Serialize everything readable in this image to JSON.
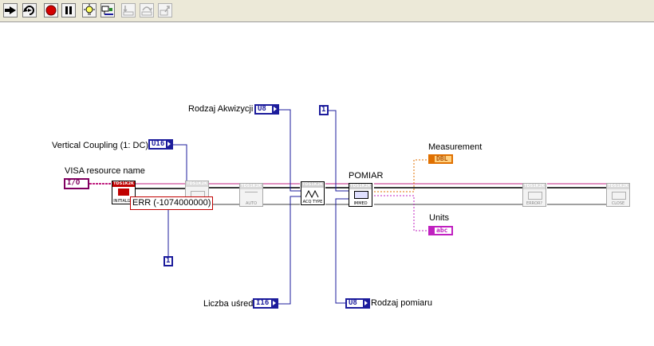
{
  "toolbar": {
    "buttons": [
      {
        "name": "run-icon"
      },
      {
        "name": "run-continuously-icon"
      },
      {
        "name": "abort-icon"
      },
      {
        "name": "pause-icon"
      },
      {
        "name": "highlight-execution-icon"
      },
      {
        "name": "retain-wire-values-icon"
      },
      {
        "name": "step-into-icon"
      },
      {
        "name": "step-over-icon"
      },
      {
        "name": "step-out-icon"
      }
    ]
  },
  "diagram": {
    "labels": {
      "rodzaj_akwizycji": "Rodzaj Akwizycji",
      "vertical_coupling": "Vertical Coupling (1: DC)",
      "visa_resource": "VISA resource name",
      "measurement": "Measurement",
      "pomiar": "POMIAR",
      "units": "Units",
      "liczba_usred": "Liczba uśred",
      "rodzaj_pomiaru": "Rodzaj pomiaru"
    },
    "terminals": {
      "rodzaj_akwizycji": "U8",
      "vertical_coupling": "U16",
      "visa": "I/O",
      "const_top": "1",
      "const_bottom": "1",
      "liczba_usred": "I16",
      "rodzaj_pomiaru": "U8",
      "measurement": "DBL",
      "units": "abc"
    },
    "vis": {
      "init": {
        "header": "TDS1K2K",
        "footer": "INITIALIZE"
      },
      "vertical": {
        "header": "TDS1K2K",
        "footer": ""
      },
      "auto": {
        "header": "TDS1K2K",
        "footer": "AUTO"
      },
      "acq": {
        "header": "TDS1K2K",
        "footer": "ACQ TYPE"
      },
      "meas": {
        "header": "TDS1K2K",
        "footer": "IMMED"
      },
      "error": {
        "header": "TDS1K2K",
        "footer": "ERROR?"
      },
      "close": {
        "header": "TDS1K2K",
        "footer": "CLOSE"
      }
    },
    "error_probe": "ERR (-1074000000)"
  },
  "colors": {
    "wire_blue": "#1c1c9c",
    "wire_pink": "#c02080",
    "wire_orange": "#e07000",
    "error_red": "#c00000",
    "toolbar_bg": "#ece9d8"
  }
}
